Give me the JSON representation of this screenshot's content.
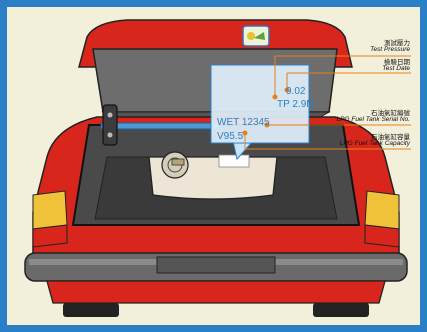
{
  "plate": {
    "test_date_value": "9.02",
    "test_pressure_value": "TP 2.9M",
    "serial_value": "WET 12345",
    "capacity_value": "V95.5"
  },
  "labels": {
    "test_pressure": {
      "zh": "測試壓力",
      "en": "Test Pressure"
    },
    "test_date": {
      "zh": "檢驗日期",
      "en": "Test Date"
    },
    "serial": {
      "zh": "石油氣缸編號",
      "en": "LPG Fuel Tank Serial No."
    },
    "capacity": {
      "zh": "石油氣缸容量",
      "en": "LPG Fuel Tank Capacity"
    }
  },
  "colors": {
    "frame": "#2b7fc6",
    "background": "#f2efdb",
    "car_red": "#d9261c",
    "leader_orange": "#e8801a",
    "plate_blue": "#2b7fc6"
  }
}
